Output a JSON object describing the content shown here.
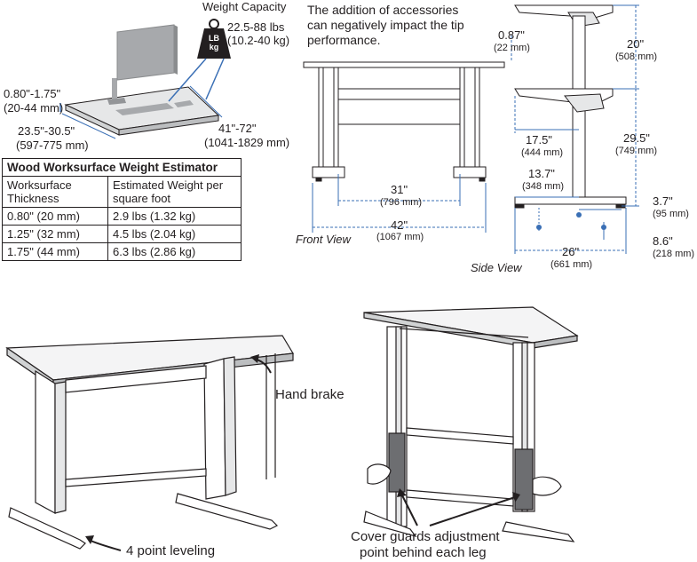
{
  "weight_capacity": {
    "title": "Weight Capacity",
    "range_lbs": "22.5-88 lbs",
    "range_kg": "(10.2-40 kg)",
    "icon_text_top": "LB",
    "icon_text_bottom": "kg"
  },
  "worksurface_dims": {
    "thickness_in": "0.80\"-1.75\"",
    "thickness_mm": "(20-44 mm)",
    "depth_in": "23.5\"-30.5\"",
    "depth_mm": "(597-775 mm)",
    "width_in": "41\"-72\"",
    "width_mm": "(1041-1829 mm)"
  },
  "estimator": {
    "title": "Wood Worksurface Weight Estimator",
    "headers": [
      "Worksurface Thickness",
      "Estimated Weight per square foot"
    ],
    "rows": [
      [
        "0.80\" (20 mm)",
        "2.9 lbs (1.32 kg)"
      ],
      [
        "1.25\" (32 mm)",
        "4.5 lbs (2.04 kg)"
      ],
      [
        "1.75\" (44 mm)",
        "6.3 lbs (2.86 kg)"
      ]
    ]
  },
  "front_view": {
    "note": "The addition of accessories can negatively impact the tip performance.",
    "inner_width_in": "31\"",
    "inner_width_mm": "(796 mm)",
    "outer_width_in": "42\"",
    "outer_width_mm": "(1067 mm)",
    "caption": "Front View"
  },
  "side_view": {
    "top_thickness_in": "0.87\"",
    "top_thickness_mm": "(22 mm)",
    "travel_in": "20\"",
    "travel_mm": "(508 mm)",
    "top_depth_in": "17.5\"",
    "top_depth_mm": "(444 mm)",
    "min_height_in": "29.5\"",
    "min_height_mm": "(749 mm)",
    "column_offset_in": "13.7\"",
    "column_offset_mm": "(348 mm)",
    "foot_height_in": "3.7\"",
    "foot_height_mm": "(95 mm)",
    "foot_width_in": "8.6\"",
    "foot_width_mm": "(218 mm)",
    "base_depth_in": "26\"",
    "base_depth_mm": "(661 mm)",
    "caption": "Side View"
  },
  "callouts": {
    "hand_brake": "Hand brake",
    "leveling": "4 point leveling",
    "cover_guards_line1": "Cover guards adjustment",
    "cover_guards_line2": "point behind each leg"
  },
  "colors": {
    "ink": "#231f20",
    "dimension_blue": "#3a6fb5",
    "shade_gray": "#a7a9ac",
    "light_gray": "#e6e7e8"
  }
}
